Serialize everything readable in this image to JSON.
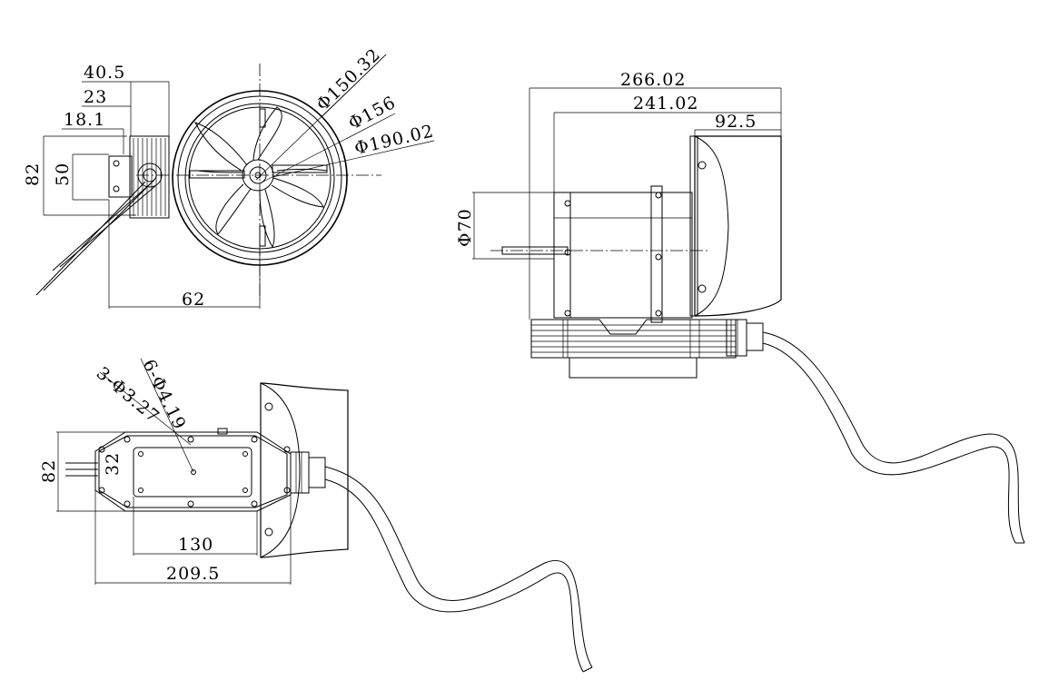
{
  "front_view": {
    "dims": {
      "width_40_5": "40.5",
      "width_23": "23",
      "width_18_1": "18.1",
      "height_82": "82",
      "height_50": "50",
      "dia_150_32": "Φ150.32",
      "dia_156": "Φ156",
      "dia_190_02": "Φ190.02",
      "tiny_bottom": "62"
    }
  },
  "side_view": {
    "dims": {
      "len_266_02": "266.02",
      "len_241_02": "241.02",
      "len_92_5": "92.5",
      "dia_70": "Φ70"
    }
  },
  "top_view": {
    "dims": {
      "holes_6": "6-Φ4.19",
      "holes_3": "3-Φ3.27",
      "height_82": "82",
      "len_130": "130",
      "len_209_5": "209.5",
      "tiny_side": "32"
    }
  }
}
